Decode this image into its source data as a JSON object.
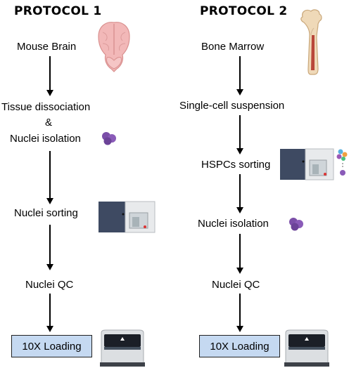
{
  "protocol1": {
    "title": "PROTOCOL 1",
    "steps": [
      "Mouse Brain",
      "Tissue dissociation",
      "&",
      "Nuclei isolation",
      "Nuclei sorting",
      "Nuclei QC",
      "10X Loading"
    ]
  },
  "protocol2": {
    "title": "PROTOCOL 2",
    "steps": [
      "Bone Marrow",
      "Single-cell suspension",
      "HSPCs sorting",
      "Nuclei isolation",
      "Nuclei QC",
      "10X Loading"
    ]
  },
  "icons": {
    "brain": "mouse-brain-icon",
    "bone": "femur-bone-icon",
    "nuclei": "nuclei-cluster-icon",
    "sorter": "cell-sorter-icon",
    "sequencer": "10x-chromium-icon"
  },
  "colors": {
    "loading_box": "#c5d9f1",
    "nuclei": "#7b4fa8",
    "sorter_body": "#3e4a62",
    "brain": "#f2b8b8"
  }
}
